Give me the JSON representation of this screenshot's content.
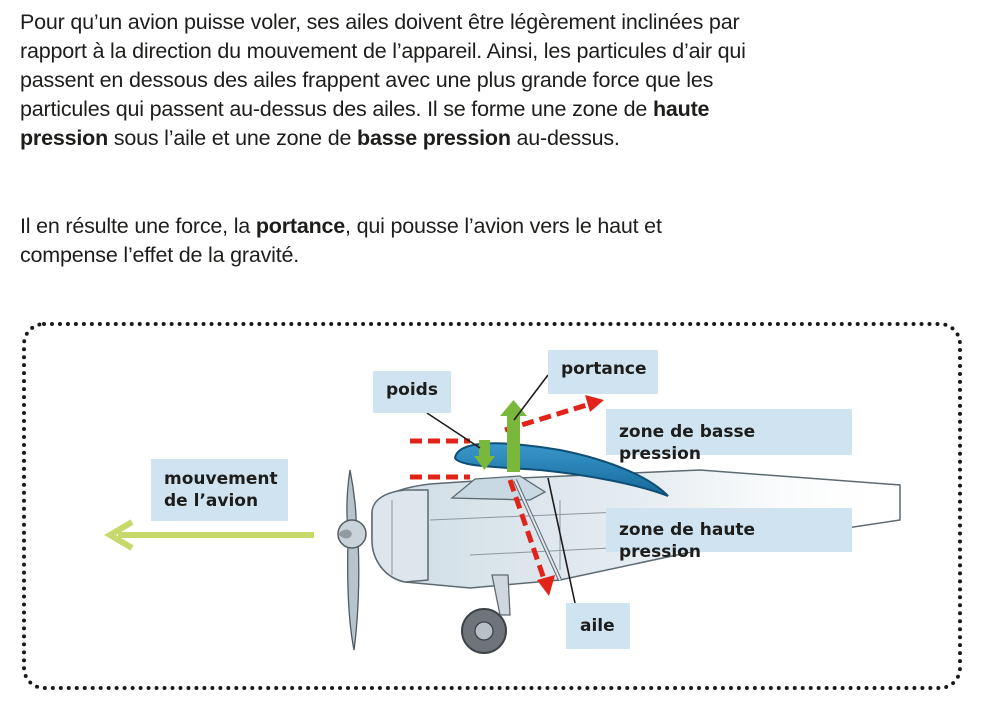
{
  "text": {
    "p1_a": "Pour qu’un avion puisse voler, ses ailes doivent être légèrement inclinées par rapport à la direction du mouvement de l’appareil. Ainsi, les particules d’air qui passent en dessous des ailes frappent avec une plus grande force que les particules qui passent au-dessus des ailes. Il se forme une zone de ",
    "p1_b": "haute pression",
    "p1_c": " sous l’aile et une zone de ",
    "p1_d": "basse pression",
    "p1_e": " au-dessus.",
    "p2_a": "Il en résulte une force, la ",
    "p2_b": "portance",
    "p2_c": ", qui pousse l’avion vers le haut et compense l’effet de la gravité."
  },
  "diagram": {
    "labels": {
      "mouvement": "mouvement\nde l’avion",
      "poids": "poids",
      "portance": "portance",
      "basse": "zone de basse pression",
      "haute": "zone de haute pression",
      "aile": "aile"
    },
    "colors": {
      "label_bg": "#cfe3f1",
      "wing": "#1f7fb4",
      "lift_arrow": "#79b83a",
      "movement_arrow": "#c6d96a",
      "air_arrows": "#e2231a",
      "frame": "#1a1a1a"
    }
  }
}
